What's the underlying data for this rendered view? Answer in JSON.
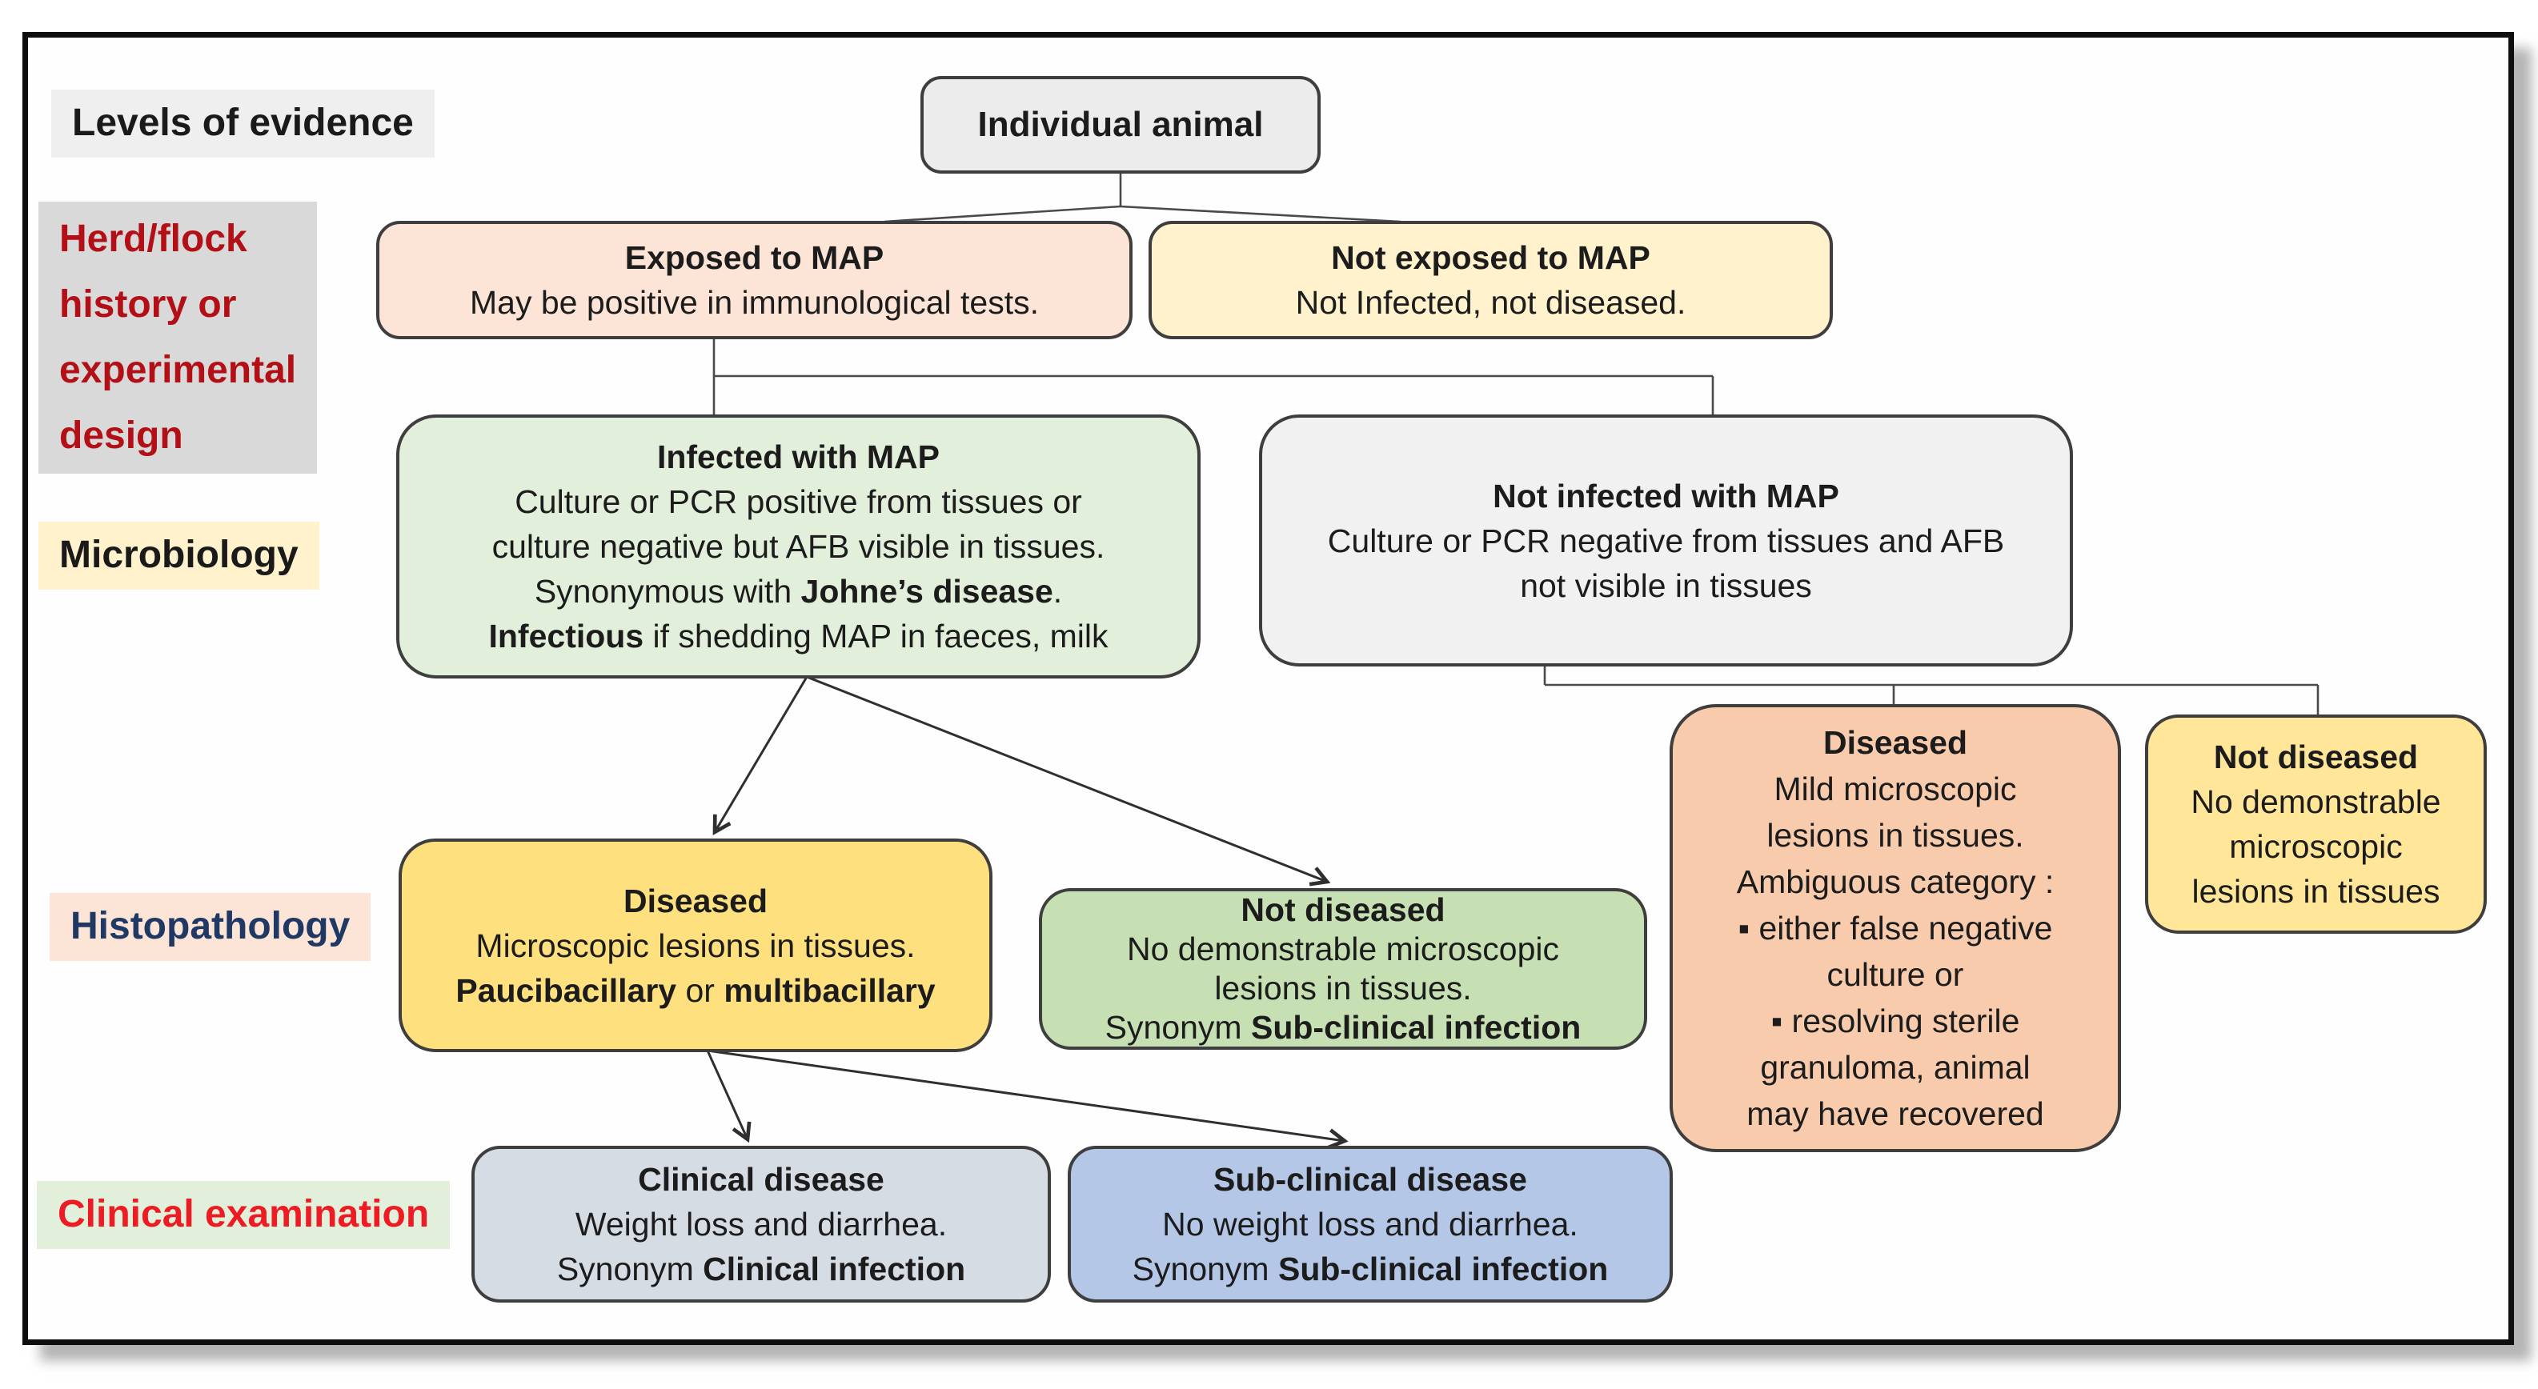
{
  "row_labels": [
    {
      "id": "levels",
      "lines": [
        "Levels of evidence"
      ],
      "bg": "#efefef",
      "color": "#1a1a1a"
    },
    {
      "id": "herd",
      "lines": [
        "Herd/flock",
        "history or",
        "experimental",
        "design"
      ],
      "bg": "#d9d9d9",
      "color": "#b21016"
    },
    {
      "id": "microbiology",
      "lines": [
        "Microbiology"
      ],
      "bg": "#fff2cc",
      "color": "#1a1a1a"
    },
    {
      "id": "histopathology",
      "lines": [
        "Histopathology"
      ],
      "bg": "#fce4d6",
      "color": "#1f3864"
    },
    {
      "id": "clinical-exam",
      "lines": [
        "Clinical examination"
      ],
      "bg": "#e2efda",
      "color": "#ed1c24"
    }
  ],
  "nodes": [
    {
      "id": "individual-animal",
      "fill": "#ececec",
      "lines": [
        [
          {
            "t": "Individual animal",
            "b": true
          }
        ]
      ]
    },
    {
      "id": "exposed",
      "fill": "#fce4d6",
      "lines": [
        [
          {
            "t": "Exposed to MAP",
            "b": true
          }
        ],
        [
          {
            "t": "May be positive in immunological tests.",
            "b": false
          }
        ]
      ]
    },
    {
      "id": "not-exposed",
      "fill": "#fff2cc",
      "lines": [
        [
          {
            "t": "Not exposed to MAP",
            "b": true
          }
        ],
        [
          {
            "t": "Not Infected, not diseased.",
            "b": false
          }
        ]
      ]
    },
    {
      "id": "infected",
      "fill": "#e2efda",
      "lines": [
        [
          {
            "t": "Infected with MAP",
            "b": true
          }
        ],
        [
          {
            "t": "Culture or PCR positive from tissues or",
            "b": false
          }
        ],
        [
          {
            "t": "culture negative but AFB visible in tissues.",
            "b": false
          }
        ],
        [
          {
            "t": "Synonymous with ",
            "b": false
          },
          {
            "t": "Johne’s disease",
            "b": true
          },
          {
            "t": ".",
            "b": false
          }
        ],
        [
          {
            "t": "Infectious",
            "b": true
          },
          {
            "t": " if shedding MAP in faeces, milk",
            "b": false
          }
        ]
      ]
    },
    {
      "id": "not-infected",
      "fill": "#f1f1f1",
      "lines": [
        [
          {
            "t": "Not infected with MAP",
            "b": true
          }
        ],
        [
          {
            "t": "Culture or PCR negative from tissues and AFB",
            "b": false
          }
        ],
        [
          {
            "t": "not visible in tissues",
            "b": false
          }
        ]
      ]
    },
    {
      "id": "diseased-histo",
      "fill": "#fee07e",
      "lines": [
        [
          {
            "t": "Diseased",
            "b": true
          }
        ],
        [
          {
            "t": "Microscopic lesions in tissues.",
            "b": false
          }
        ],
        [
          {
            "t": "Paucibacillary",
            "b": true
          },
          {
            "t": " or ",
            "b": false
          },
          {
            "t": "multibacillary",
            "b": true
          }
        ]
      ]
    },
    {
      "id": "not-diseased-histo",
      "fill": "#c6e0b4",
      "lines": [
        [
          {
            "t": "Not diseased",
            "b": true
          }
        ],
        [
          {
            "t": "No demonstrable microscopic",
            "b": false
          }
        ],
        [
          {
            "t": "lesions in tissues.",
            "b": false
          }
        ],
        [
          {
            "t": "Synonym ",
            "b": false
          },
          {
            "t": "Sub-clinical infection",
            "b": true
          }
        ]
      ]
    },
    {
      "id": "diseased-ambiguous",
      "fill": "#f8cbad",
      "lines": [
        [
          {
            "t": "Diseased",
            "b": true
          }
        ],
        [
          {
            "t": "Mild microscopic",
            "b": false
          }
        ],
        [
          {
            "t": "lesions in tissues.",
            "b": false
          }
        ],
        [
          {
            "t": "Ambiguous category :",
            "b": false
          }
        ],
        [
          {
            "t": "▪ either false negative",
            "b": false
          }
        ],
        [
          {
            "t": "culture or",
            "b": false
          }
        ],
        [
          {
            "t": "▪ resolving sterile",
            "b": false
          }
        ],
        [
          {
            "t": "granuloma, animal",
            "b": false
          }
        ],
        [
          {
            "t": "may have recovered",
            "b": false
          }
        ]
      ]
    },
    {
      "id": "not-diseased-right",
      "fill": "#ffe699",
      "lines": [
        [
          {
            "t": "Not diseased",
            "b": true
          }
        ],
        [
          {
            "t": "No demonstrable",
            "b": false
          }
        ],
        [
          {
            "t": "microscopic",
            "b": false
          }
        ],
        [
          {
            "t": "lesions in tissues",
            "b": false
          }
        ]
      ]
    },
    {
      "id": "clinical-disease",
      "fill": "#d6dce4",
      "lines": [
        [
          {
            "t": "Clinical disease",
            "b": true
          }
        ],
        [
          {
            "t": "Weight loss and diarrhea.",
            "b": false
          }
        ],
        [
          {
            "t": "Synonym ",
            "b": false
          },
          {
            "t": "Clinical infection",
            "b": true
          }
        ]
      ]
    },
    {
      "id": "subclinical-disease",
      "fill": "#b4c7e7",
      "lines": [
        [
          {
            "t": "Sub-clinical disease",
            "b": true
          }
        ],
        [
          {
            "t": "No weight loss and diarrhea.",
            "b": false
          }
        ],
        [
          {
            "t": "Synonym ",
            "b": false
          },
          {
            "t": "Sub-clinical infection",
            "b": true
          }
        ]
      ]
    }
  ]
}
